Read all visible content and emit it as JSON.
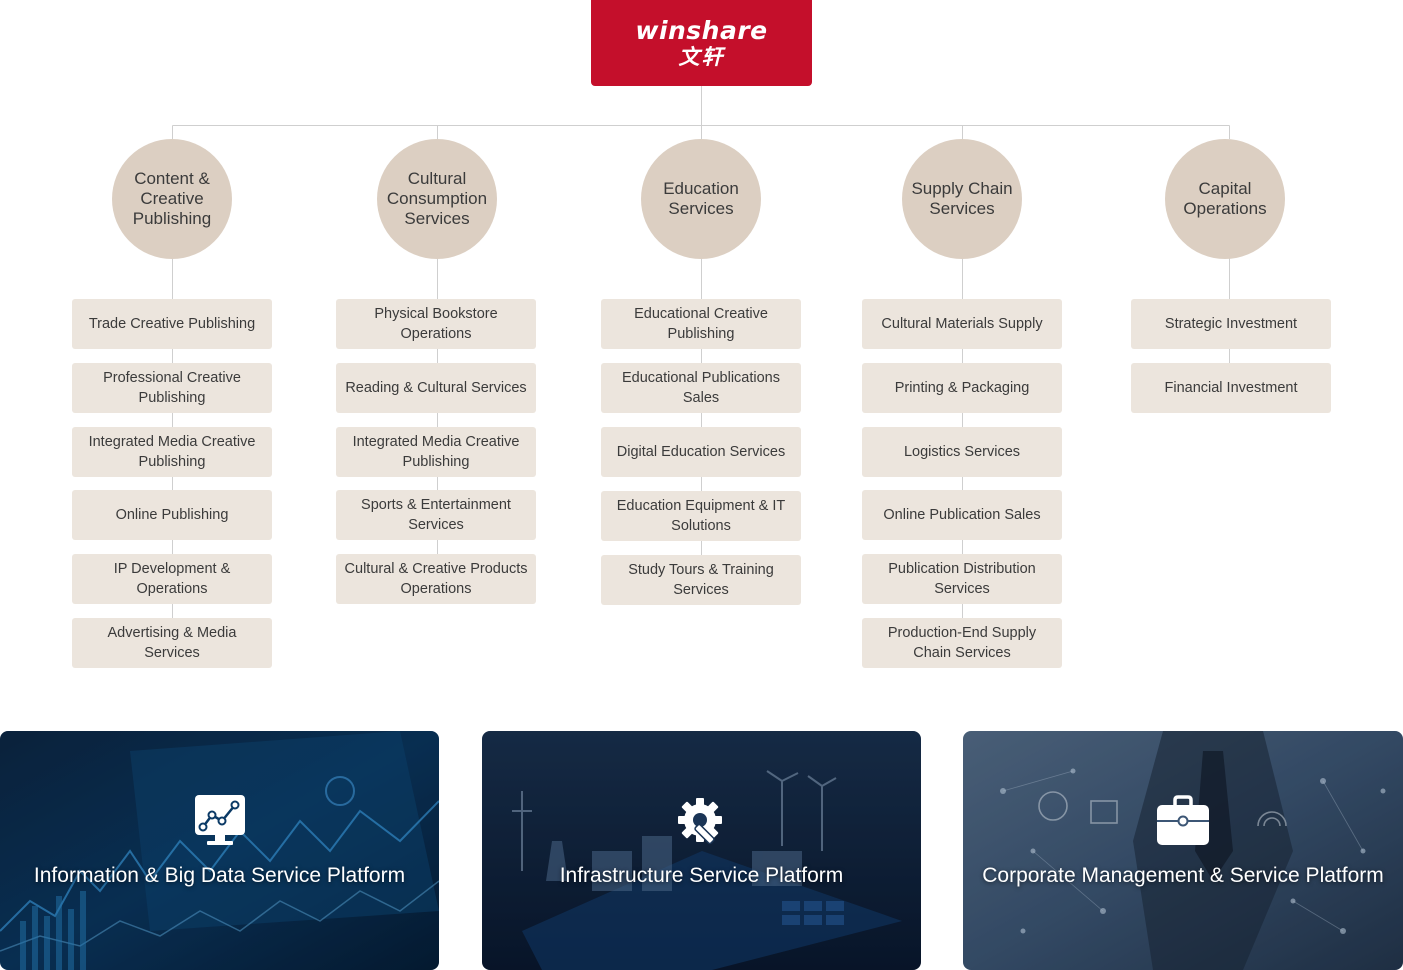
{
  "logo": {
    "latin": "winshare",
    "chinese": "文轩"
  },
  "segments": [
    {
      "title": "Content & Creative Publishing",
      "items": [
        "Trade Creative Publishing",
        "Professional Creative Publishing",
        "Integrated Media Creative Publishing",
        "Online Publishing",
        "IP Development & Operations",
        "Advertising & Media Services"
      ]
    },
    {
      "title": "Cultural Consumption Services",
      "items": [
        "Physical Bookstore Operations",
        "Reading & Cultural Services",
        "Integrated Media Creative Publishing",
        "Sports & Entertainment Services",
        "Cultural & Creative Products Operations"
      ]
    },
    {
      "title": "Education Services",
      "items": [
        "Educational Creative Publishing",
        "Educational Publications Sales",
        "Digital Education Services",
        "Education Equipment & IT Solutions",
        "Study Tours & Training Services"
      ]
    },
    {
      "title": "Supply Chain Services",
      "items": [
        "Cultural Materials Supply",
        "Printing & Packaging",
        "Logistics Services",
        "Online Publication Sales",
        "Publication Distribution Services",
        "Production-End Supply Chain Services"
      ]
    },
    {
      "title": "Capital Operations",
      "items": [
        "Strategic Investment",
        "Financial Investment"
      ]
    }
  ],
  "platforms": [
    {
      "title": "Information & Big Data Service Platform",
      "icon": "data-analytics-icon"
    },
    {
      "title": "Infrastructure Service Platform",
      "icon": "gear-wrench-icon"
    },
    {
      "title": "Corporate Management & Service Platform",
      "icon": "briefcase-icon"
    }
  ],
  "colors": {
    "brand_red": "#c40f2b",
    "circle_fill": "#dccfc2",
    "box_fill": "#ece5dd",
    "connector": "#cfcfcf"
  }
}
